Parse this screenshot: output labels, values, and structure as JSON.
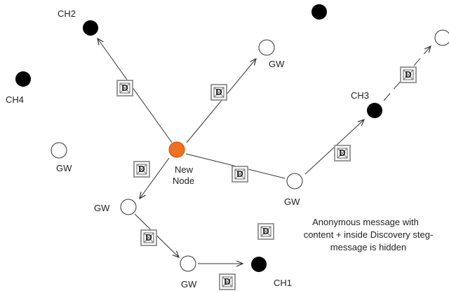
{
  "colors": {
    "edge": "#333333",
    "node_fill_ch": "#000000",
    "node_fill_gw": "#ffffff",
    "node_fill_new": "#f07020",
    "node_stroke": "#333333",
    "envelope_frame": "#999999",
    "envelope_body": "#ffffff",
    "text": "#222222"
  },
  "envelope_letter": "D",
  "nodes": {
    "ch2": {
      "label": "CH2",
      "type": "cluster-head"
    },
    "ch4": {
      "label": "CH4",
      "type": "cluster-head"
    },
    "ch_top": {
      "label": "",
      "type": "cluster-head"
    },
    "ch3": {
      "label": "CH3",
      "type": "cluster-head"
    },
    "ch1": {
      "label": "CH1",
      "type": "cluster-head"
    },
    "gw_top": {
      "label": "GW",
      "type": "gateway"
    },
    "gw_far_right": {
      "label": "",
      "type": "gateway"
    },
    "gw_left": {
      "label": "GW",
      "type": "gateway"
    },
    "gw_right": {
      "label": "GW",
      "type": "gateway"
    },
    "gw_mid": {
      "label": "GW",
      "type": "gateway"
    },
    "gw_bottom": {
      "label": "GW",
      "type": "gateway"
    },
    "new_node": {
      "label_line1": "New",
      "label_line2": "Node",
      "type": "new"
    }
  },
  "caption": {
    "line1": "Anonymous message with",
    "line2": "content + inside Discovery steg-",
    "line3": "message is hidden"
  }
}
